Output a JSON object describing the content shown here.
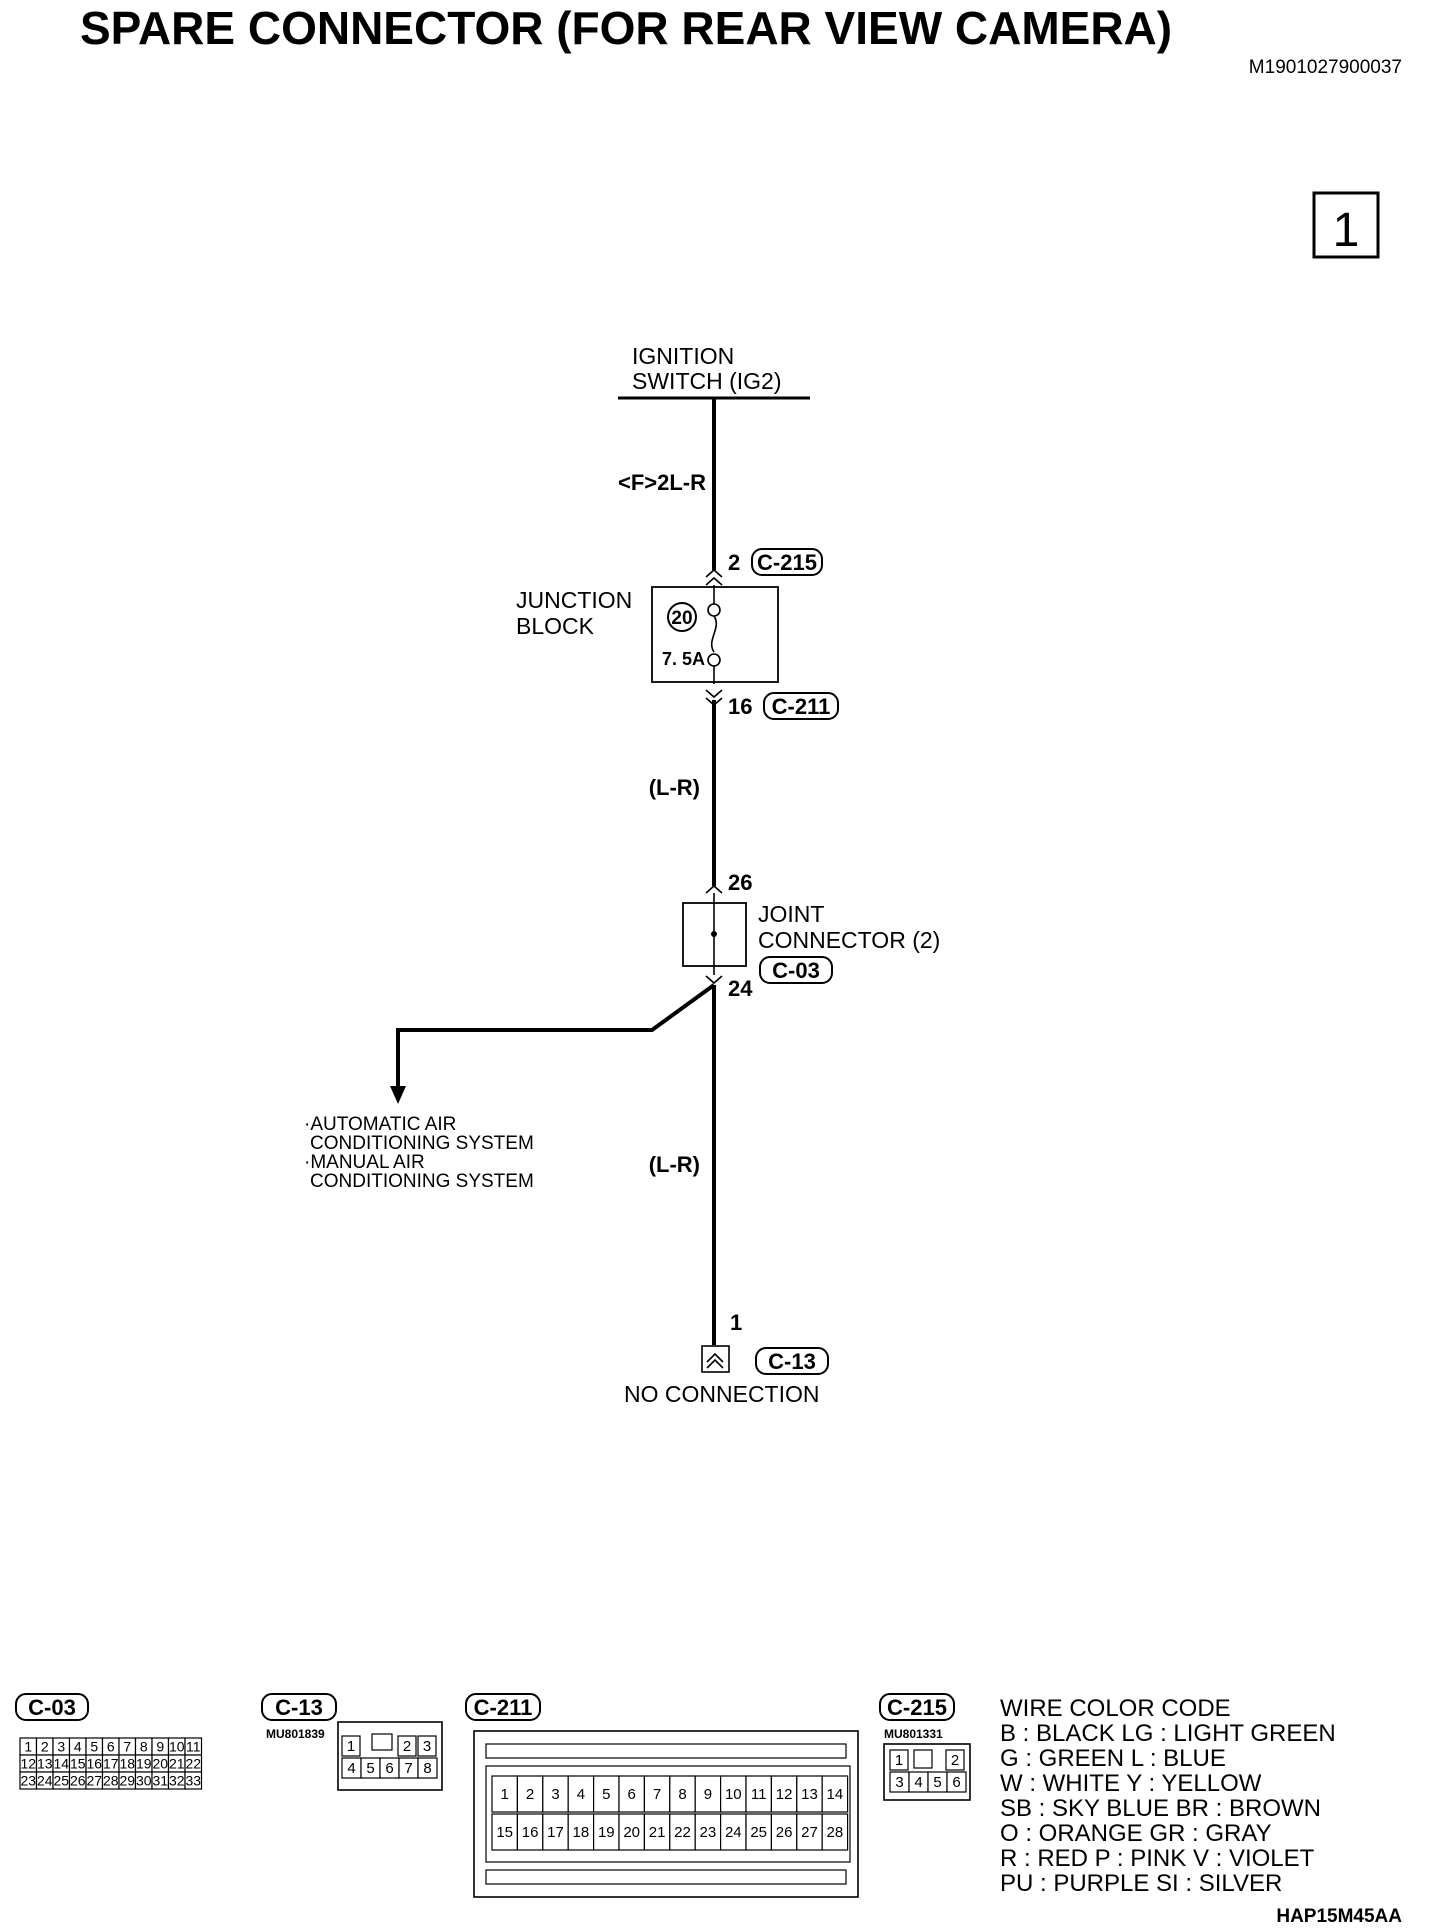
{
  "title": "SPARE CONNECTOR (FOR REAR VIEW CAMERA)",
  "doc_id": "M1901027900037",
  "page_number": "1",
  "ignition": {
    "line1": "IGNITION",
    "line2": "SWITCH (IG2)"
  },
  "wires": {
    "top": "<F>2L-R",
    "mid": "(L-R)",
    "bottom": "(L-R)"
  },
  "junction_block": {
    "line1": "JUNCTION",
    "line2": "BLOCK",
    "fuse_number": "20",
    "fuse_rating": "7. 5A",
    "in_pin": "2",
    "in_connector": "C-215",
    "out_pin": "16",
    "out_connector": "C-211"
  },
  "joint_connector": {
    "line1": "JOINT",
    "line2": "CONNECTOR (2)",
    "connector": "C-03",
    "in_pin": "26",
    "out_pin": "24"
  },
  "branch_targets": {
    "l1": "·AUTOMATIC AIR",
    "l2": "CONDITIONING SYSTEM",
    "l3": "·MANUAL AIR",
    "l4": "CONDITIONING SYSTEM"
  },
  "terminal": {
    "pin": "1",
    "connector": "C-13",
    "label": "NO CONNECTION"
  },
  "connector_views": {
    "c03": {
      "name": "C-03",
      "rows": [
        [
          "1",
          "2",
          "3",
          "4",
          "5",
          "6",
          "7",
          "8",
          "9",
          "10",
          "11"
        ],
        [
          "12",
          "13",
          "14",
          "15",
          "16",
          "17",
          "18",
          "19",
          "20",
          "21",
          "22"
        ],
        [
          "23",
          "24",
          "25",
          "26",
          "27",
          "28",
          "29",
          "30",
          "31",
          "32",
          "33"
        ]
      ]
    },
    "c13": {
      "name": "C-13",
      "part": "MU801839",
      "top": [
        "1",
        "",
        "2",
        "3"
      ],
      "bottom": [
        "4",
        "5",
        "6",
        "7",
        "8"
      ]
    },
    "c211": {
      "name": "C-211",
      "rows": [
        [
          "1",
          "2",
          "3",
          "4",
          "5",
          "6",
          "7",
          "8",
          "9",
          "10",
          "11",
          "12",
          "13",
          "14"
        ],
        [
          "15",
          "16",
          "17",
          "18",
          "19",
          "20",
          "21",
          "22",
          "23",
          "24",
          "25",
          "26",
          "27",
          "28"
        ]
      ]
    },
    "c215": {
      "name": "C-215",
      "part": "MU801331",
      "top": [
        "1",
        "",
        "2"
      ],
      "bottom": [
        "3",
        "4",
        "5",
        "6"
      ]
    }
  },
  "wire_color_code": {
    "title": "WIRE COLOR CODE",
    "lines": [
      "B : BLACK     LG : LIGHT GREEN",
      "G : GREEN       L : BLUE",
      "W : WHITE      Y : YELLOW",
      "SB : SKY BLUE BR : BROWN",
      "O : ORANGE     GR : GRAY",
      "R : RED       P : PINK     V : VIOLET",
      "PU : PURPLE     SI : SILVER"
    ]
  },
  "footer_id": "HAP15M45AA"
}
